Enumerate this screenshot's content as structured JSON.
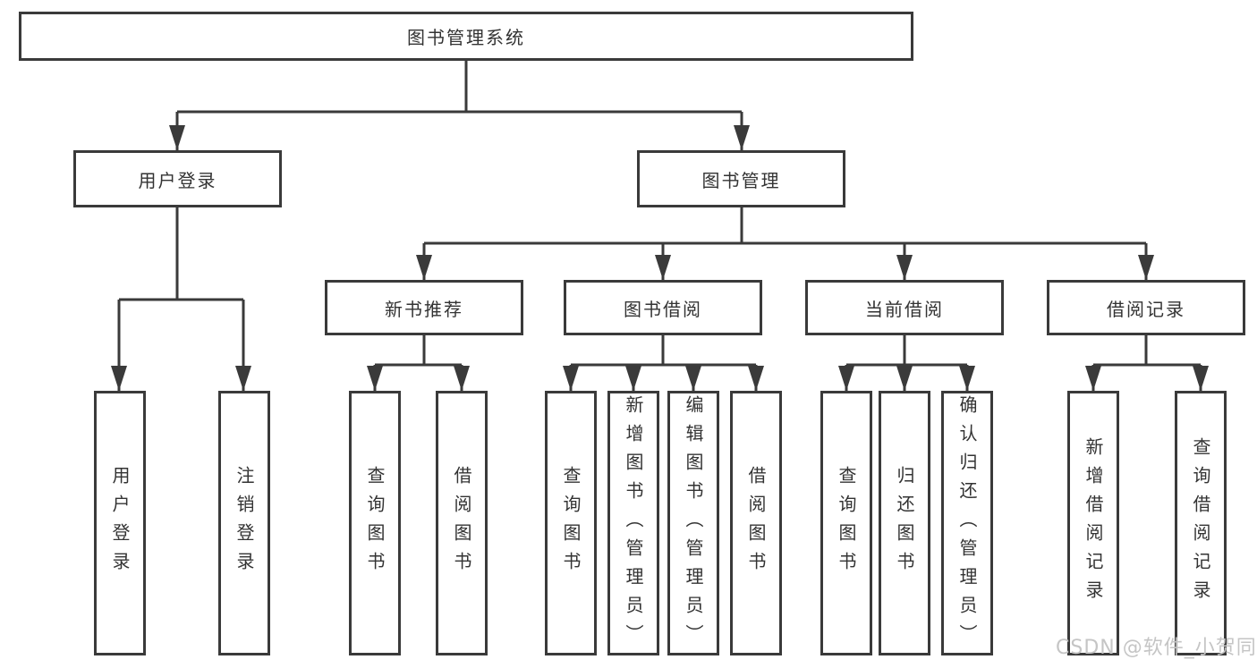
{
  "tree": {
    "label": "图书管理系统",
    "children": [
      {
        "label": "用户登录",
        "children": [
          {
            "label": "用户登录"
          },
          {
            "label": "注销登录"
          }
        ]
      },
      {
        "label": "图书管理",
        "children": [
          {
            "label": "新书推荐",
            "children": [
              {
                "label": "查询图书"
              },
              {
                "label": "借阅图书"
              }
            ]
          },
          {
            "label": "图书借阅",
            "children": [
              {
                "label": "查询图书"
              },
              {
                "label": "新增图书（管理员）"
              },
              {
                "label": "编辑图书（管理员）"
              },
              {
                "label": "借阅图书"
              }
            ]
          },
          {
            "label": "当前借阅",
            "children": [
              {
                "label": "查询图书"
              },
              {
                "label": "归还图书"
              },
              {
                "label": "确认归还（管理员）"
              }
            ]
          },
          {
            "label": "借阅记录",
            "children": [
              {
                "label": "新增借阅记录"
              },
              {
                "label": "查询借阅记录"
              }
            ]
          }
        ]
      }
    ]
  },
  "watermark": {
    "text": "CSDN @软件_小贺同学"
  },
  "colors": {
    "line": "#3a3a3a",
    "box_border": "#3a3a3a",
    "text": "#333333",
    "background": "#ffffff",
    "watermark": "#c5c5c5"
  }
}
